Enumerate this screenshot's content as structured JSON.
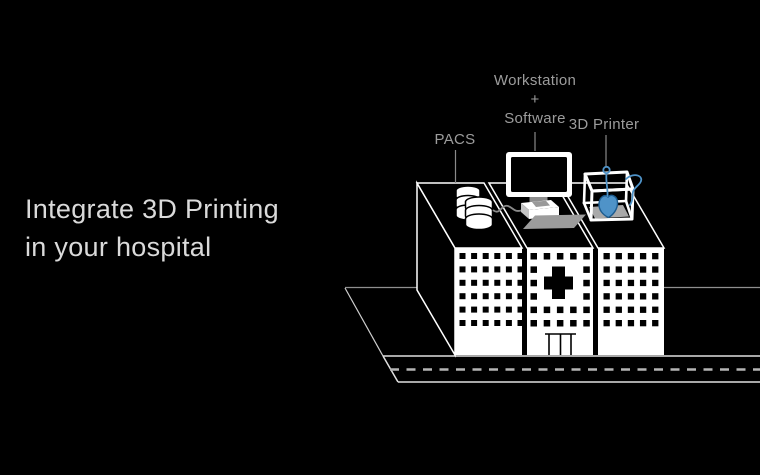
{
  "headline": {
    "line1": "Integrate 3D Printing",
    "line2": "in your hospital"
  },
  "diagram": {
    "labels": {
      "pacs": "PACS",
      "workstation_line1": "Workstation",
      "workstation_line2": "+",
      "workstation_line3": "Software",
      "printer": "3D Printer"
    },
    "icons": [
      "pacs-database-icon",
      "workstation-monitor-icon",
      "keyboard-pad-icon",
      "3d-printer-icon",
      "printed-heart-icon",
      "hospital-building-icon",
      "road-icon"
    ]
  },
  "colors": {
    "background": "#000000",
    "headline_text": "#dadada",
    "label_text": "#9c9c9c",
    "building_outline": "#ffffff",
    "building_face": "#ffffff",
    "window": "#000000",
    "road_line": "#dcdcdc",
    "road_dash": "#b5b5b5",
    "leader_line": "#8a8a8a",
    "accent_blue": "#4f93c8",
    "device_gray": "#9c9c9c"
  }
}
